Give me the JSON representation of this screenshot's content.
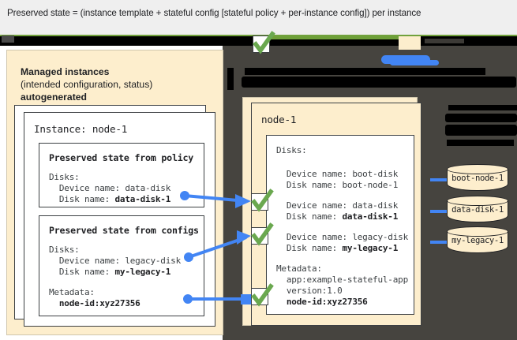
{
  "caption": {
    "text": "Preserved state = (instance template + stateful config [stateful policy + per-instance config]) per instance"
  },
  "colors": {
    "cream": "#fdeecd",
    "accent_blue": "#4285f4",
    "check_green": "#6aa84f",
    "dark_backdrop": "#46443f",
    "rule_green": "#71a23c",
    "ink": "#202124"
  },
  "left_panel": {
    "heading_line1": "Managed instances",
    "heading_line2": "(intended configuration, status)",
    "heading_line3": "autogenerated",
    "instance_card": {
      "title": "Instance: node-1",
      "policy_box": {
        "title": "Preserved state from policy",
        "disks_label": "Disks:",
        "device_name": "  Device name: data-disk",
        "disk_name_label": "  Disk name: ",
        "disk_name_value": "data-disk-1"
      },
      "configs_box": {
        "title": "Preserved state from configs",
        "disks_label": "Disks:",
        "device_name": "  Device name: legacy-disk",
        "disk_name_label": "  Disk name: ",
        "disk_name_value": "my-legacy-1",
        "metadata_label": "Metadata:",
        "metadata_value": "  node-id:xyz27356"
      }
    }
  },
  "right_panel": {
    "node_title": "node-1",
    "disks_label": "Disks:",
    "boot_disk": {
      "device": "  Device name: boot-disk",
      "disk": "  Disk name: boot-node-1"
    },
    "data_disk": {
      "device": "  Device name: data-disk",
      "disk_label": "  Disk name: ",
      "disk_value": "data-disk-1"
    },
    "legacy_disk": {
      "device": "  Device name: legacy-disk",
      "disk_label": "  Disk name: ",
      "disk_value": "my-legacy-1"
    },
    "metadata_label": "Metadata:",
    "metadata_app": "  app:example-stateful-app",
    "metadata_version": "  version:1.0",
    "metadata_node_id": "  node-id:xyz27356"
  },
  "disks": [
    {
      "label": "boot-node-1"
    },
    {
      "label": "data-disk-1"
    },
    {
      "label": "my-legacy-1"
    }
  ]
}
